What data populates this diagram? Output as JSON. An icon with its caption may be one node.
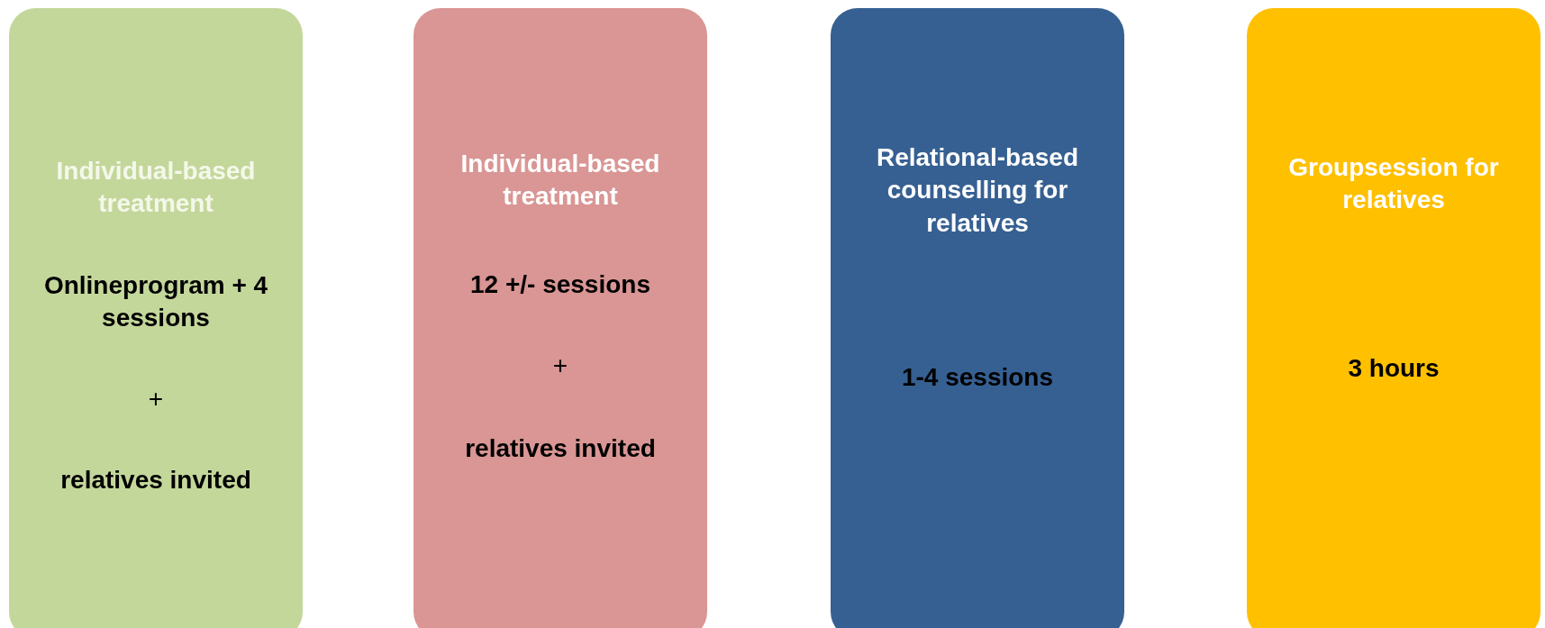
{
  "diagram": {
    "nodes": [
      {
        "text": [
          "Individual-based treatment",
          "Onlineprogram + 4 sessions",
          "+",
          "relatives invited"
        ]
      },
      {
        "text": [
          "Individual-based treatment",
          "12 +/- sessions",
          "+",
          "relatives invited"
        ]
      },
      {
        "text": [
          "Relational-based counselling for relatives",
          "1-4 sessions"
        ]
      },
      {
        "text": [
          "Groupsession for relatives",
          "3 hours"
        ]
      }
    ]
  }
}
